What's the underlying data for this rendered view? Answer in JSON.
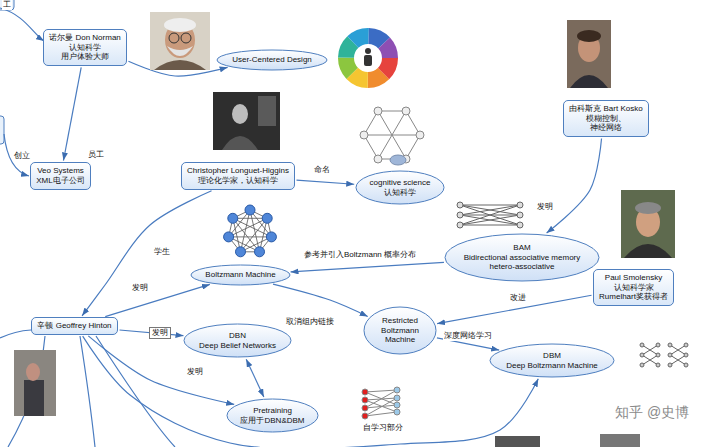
{
  "diagram": {
    "nodes": [
      {
        "text": [
          "诺尔曼 Don Norman",
          "认知科学",
          "用户体验大师"
        ]
      },
      {
        "text": [
          "User-Centered Design"
        ]
      },
      {
        "text": [
          "Veo Systems",
          "XML电子公司"
        ]
      },
      {
        "text": [
          "Christopher Longuet-Higgins",
          "理论化学家，认知科学"
        ]
      },
      {
        "text": [
          "cognitive science",
          "认知科学"
        ]
      },
      {
        "text": [
          "由科斯克 Bart Kosko",
          "模糊控制、",
          "神经网络"
        ]
      },
      {
        "text": [
          "BAM",
          "Bidirectional associative memory",
          "hetero-associative"
        ]
      },
      {
        "text": [
          "Boltzmann Machine"
        ]
      },
      {
        "text": [
          "Paul Smolensky",
          "认知科学家",
          "Rumelhart奖获得者"
        ]
      },
      {
        "text": [
          "辛顿 Geoffrey Hinton"
        ]
      },
      {
        "text": [
          "DBN",
          "Deep Belief Networks"
        ]
      },
      {
        "text": [
          "Restricted Boltzmann Machine"
        ]
      },
      {
        "text": [
          "DBM",
          "Deep Boltzmann Machine"
        ]
      },
      {
        "text": [
          "Pretraining",
          "应用于DBN&DBM"
        ]
      }
    ],
    "edges": [
      {
        "from": 0,
        "to": 1,
        "arrow": "to"
      },
      {
        "from": 0,
        "to": 2,
        "label": "员工",
        "arrow": "to"
      },
      {
        "from": 3,
        "to": 4,
        "label": "命名",
        "arrow": "to"
      },
      {
        "from": 3,
        "to": 9,
        "label": "学生",
        "arrow": "to"
      },
      {
        "from": 5,
        "to": 6,
        "label": "发明",
        "arrow": "to"
      },
      {
        "from": 6,
        "to": 7,
        "label": "参考并引入Boltzmann 概率分布",
        "arrow": "to"
      },
      {
        "from": 9,
        "to": 7,
        "label": "发明",
        "arrow": "to"
      },
      {
        "from": 9,
        "to": 10,
        "label": "发明",
        "arrow": "to"
      },
      {
        "from": 9,
        "to": 13,
        "label": "发明",
        "arrow": "to"
      },
      {
        "from": 10,
        "to": 13,
        "arrow": "both"
      },
      {
        "from": 7,
        "to": 11,
        "label": "取消组内链接",
        "arrow": "to"
      },
      {
        "from": 8,
        "to": 11,
        "label": "改进",
        "arrow": "to"
      },
      {
        "from": 11,
        "to": 12,
        "label": "深度网络学习",
        "arrow": "to"
      },
      {
        "from": 9,
        "to": 12,
        "arrow": "to"
      }
    ],
    "labels": [
      "工",
      "创立",
      "自学习部分",
      "知乎 @史博"
    ]
  }
}
